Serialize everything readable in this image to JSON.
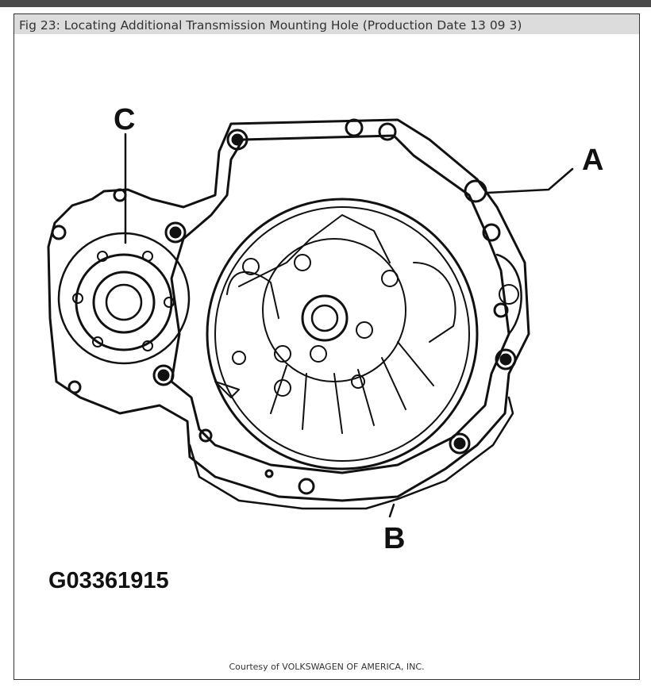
{
  "caption": "Fig 23: Locating Additional Transmission Mounting Hole (Production Date 13 09 3)",
  "labels": {
    "a": "A",
    "b": "B",
    "c": "C",
    "code": "G03361915"
  },
  "courtesy": "Courtesy of VOLKSWAGEN OF AMERICA, INC."
}
